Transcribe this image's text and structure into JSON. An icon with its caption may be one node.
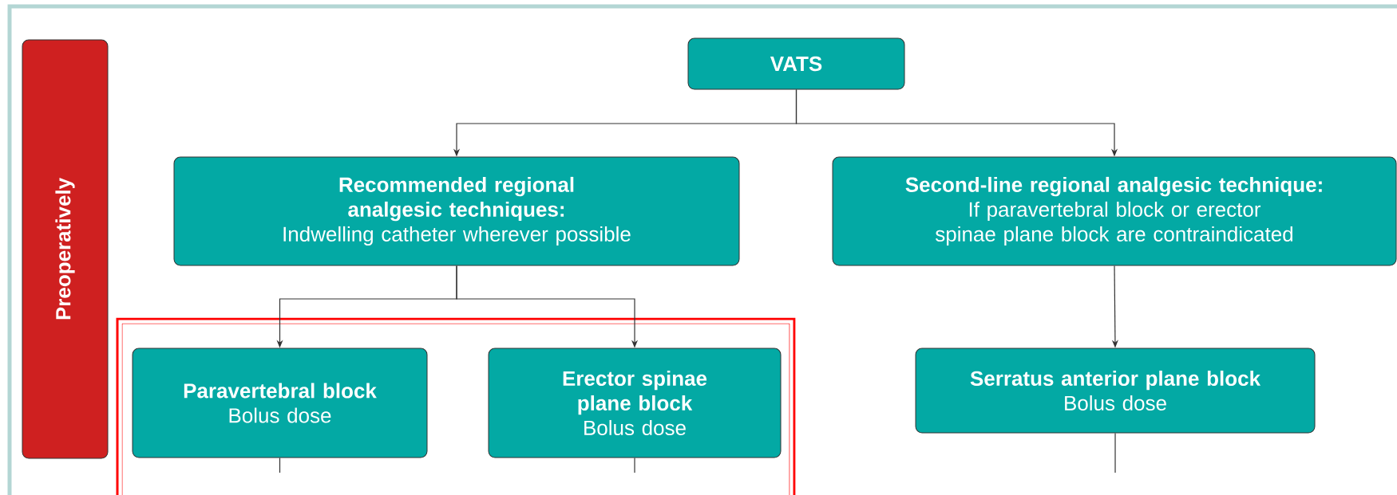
{
  "diagram": {
    "nodes": [
      {
        "text": [
          "Preoperatively"
        ]
      },
      {
        "text": [
          "VATS"
        ]
      },
      {
        "text": [
          "Recommended regional analgesic techniques:",
          "Indwelling catheter wherever possible"
        ]
      },
      {
        "text": [
          "Second-line regional analgesic technique:",
          "If paravertebral block or erector spinae plane block are contraindicated"
        ]
      },
      {
        "text": [
          "Paravertebral block",
          "Bolus dose"
        ]
      },
      {
        "text": [
          "Erector spinae plane block",
          "Bolus dose"
        ]
      },
      {
        "text": [
          "Serratus anterior plane block",
          "Bolus dose"
        ]
      }
    ],
    "edges": [
      {
        "from": 1,
        "to": 2,
        "arrow": "to"
      },
      {
        "from": 1,
        "to": 3,
        "arrow": "to"
      },
      {
        "from": 2,
        "to": 4,
        "arrow": "to"
      },
      {
        "from": 2,
        "to": 5,
        "arrow": "to"
      },
      {
        "from": 3,
        "to": 6,
        "arrow": "to"
      },
      {
        "from": 4,
        "to": null,
        "arrow": "none"
      },
      {
        "from": 5,
        "to": null,
        "arrow": "none"
      },
      {
        "from": 6,
        "to": null,
        "arrow": "none"
      }
    ]
  }
}
